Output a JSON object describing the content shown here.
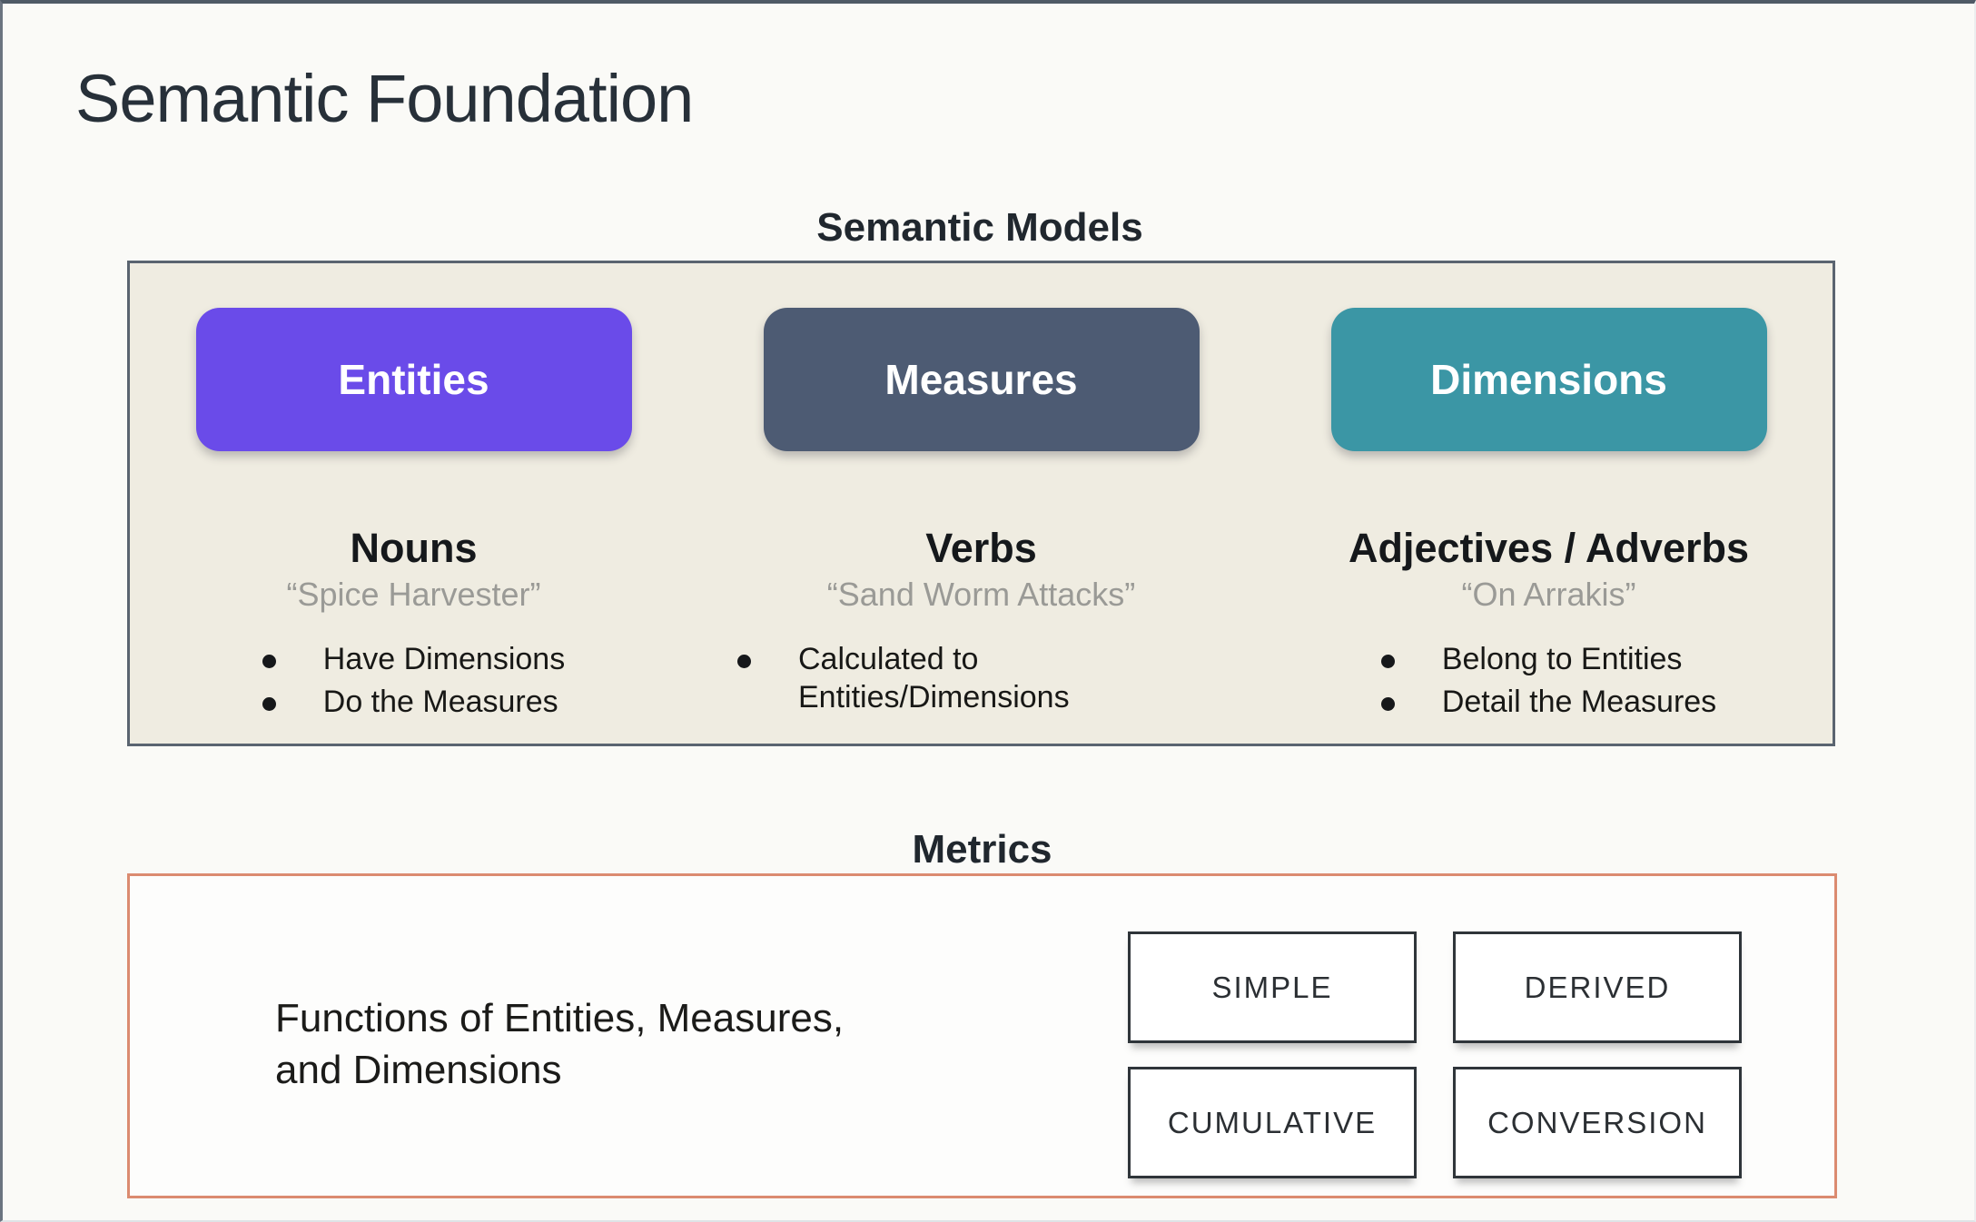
{
  "title": "Semantic Foundation",
  "semantic_models": {
    "heading": "Semantic Models",
    "columns": [
      {
        "label": "Entities",
        "color": "#6a4be9",
        "part_of_speech": "Nouns",
        "example": "“Spice Harvester”",
        "bullets": [
          "Have Dimensions",
          "Do the Measures"
        ]
      },
      {
        "label": "Measures",
        "color": "#4d5b73",
        "part_of_speech": "Verbs",
        "example": "“Sand Worm Attacks”",
        "bullets": [
          "Calculated to Entities/Dimensions"
        ]
      },
      {
        "label": "Dimensions",
        "color": "#3b96a5",
        "part_of_speech": "Adjectives / Adverbs",
        "example": "“On Arrakis”",
        "bullets": [
          "Belong to Entities",
          "Detail the Measures"
        ]
      }
    ]
  },
  "metrics": {
    "heading": "Metrics",
    "description_line1": "Functions of Entities, Measures,",
    "description_line2": "and Dimensions",
    "types": [
      "SIMPLE",
      "DERIVED",
      "CUMULATIVE",
      "CONVERSION"
    ]
  },
  "colors": {
    "entities_pill": "#6a4be9",
    "measures_pill": "#4d5b73",
    "dimensions_pill": "#3b96a5",
    "panel_background": "#efece1",
    "panel_border": "#5a6470",
    "metrics_border": "#db8b70",
    "quote_gray": "#9a9a96"
  }
}
